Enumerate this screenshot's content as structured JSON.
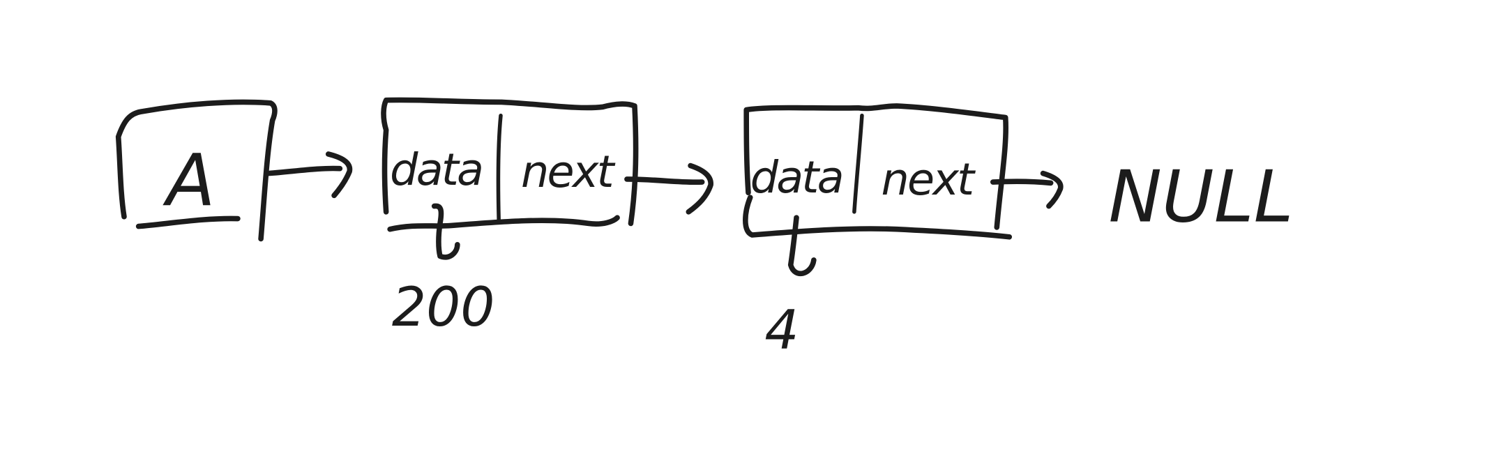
{
  "diagram": {
    "pointer": {
      "label": "A"
    },
    "nodes": [
      {
        "data_label": "data",
        "next_label": "next",
        "data_value": "200"
      },
      {
        "data_label": "data",
        "next_label": "next",
        "data_value": "4"
      }
    ],
    "terminal": {
      "label": "NULL"
    },
    "ink_color": "#1c1c1c",
    "background_color": "#ffffff"
  }
}
